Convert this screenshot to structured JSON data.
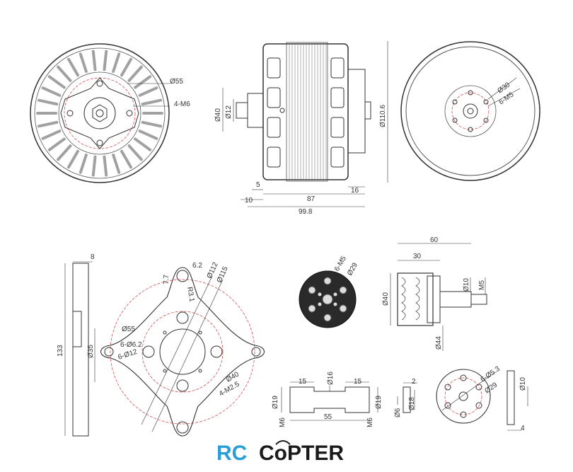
{
  "views": {
    "front": {
      "d_outer": "Ø55",
      "holes": "4-M6"
    },
    "side": {
      "d_shaft_housing": "Ø40",
      "d_shaft": "Ø12",
      "d_body": "Ø110.6",
      "len_5": "5",
      "len_10": "10",
      "len_87": "87",
      "len_16": "16",
      "len_total": "99.8"
    },
    "rear": {
      "d_bolt_circle": "Ø30",
      "holes": "6-M5"
    },
    "mount_profile": {
      "thickness": "8",
      "height": "133",
      "bore": "Ø35"
    },
    "mount_plate": {
      "r": "R3.1",
      "len_6_2": "6.2",
      "len_7_7": "7.7",
      "d_112": "Ø112",
      "d_115": "Ø115",
      "d_55": "Ø55",
      "holes_6_2": "6-Ø6.2",
      "holes_12": "6-Ø12",
      "d_40": "Ø40",
      "m2_5": "4-M2.5"
    },
    "prop_disc": {
      "holes": "6-M5",
      "d": "Ø29"
    },
    "prop_adapter": {
      "len_60": "60",
      "len_30": "30",
      "d_40": "Ø40",
      "d_10": "Ø10",
      "thread": "M5",
      "d_44": "Ø44"
    },
    "shaft": {
      "len_15a": "15",
      "d_16": "Ø16",
      "len_15b": "15",
      "d_19a": "Ø19",
      "len_55": "55",
      "d_19b": "Ø19",
      "m6a": "M6",
      "m6b": "M6"
    },
    "spacer": {
      "len_2": "2",
      "d_6": "Ø6",
      "d_18": "Ø18"
    },
    "washer": {
      "holes": "6-Ø5.3",
      "d_29": "Ø29",
      "d_10": "Ø10",
      "len_4": "4"
    }
  },
  "logo": {
    "part1": "RC",
    "part2": "CoPTER"
  },
  "colors": {
    "line": "#333333",
    "red": "#d23a3a",
    "logo_blue": "#2a9fd6"
  }
}
